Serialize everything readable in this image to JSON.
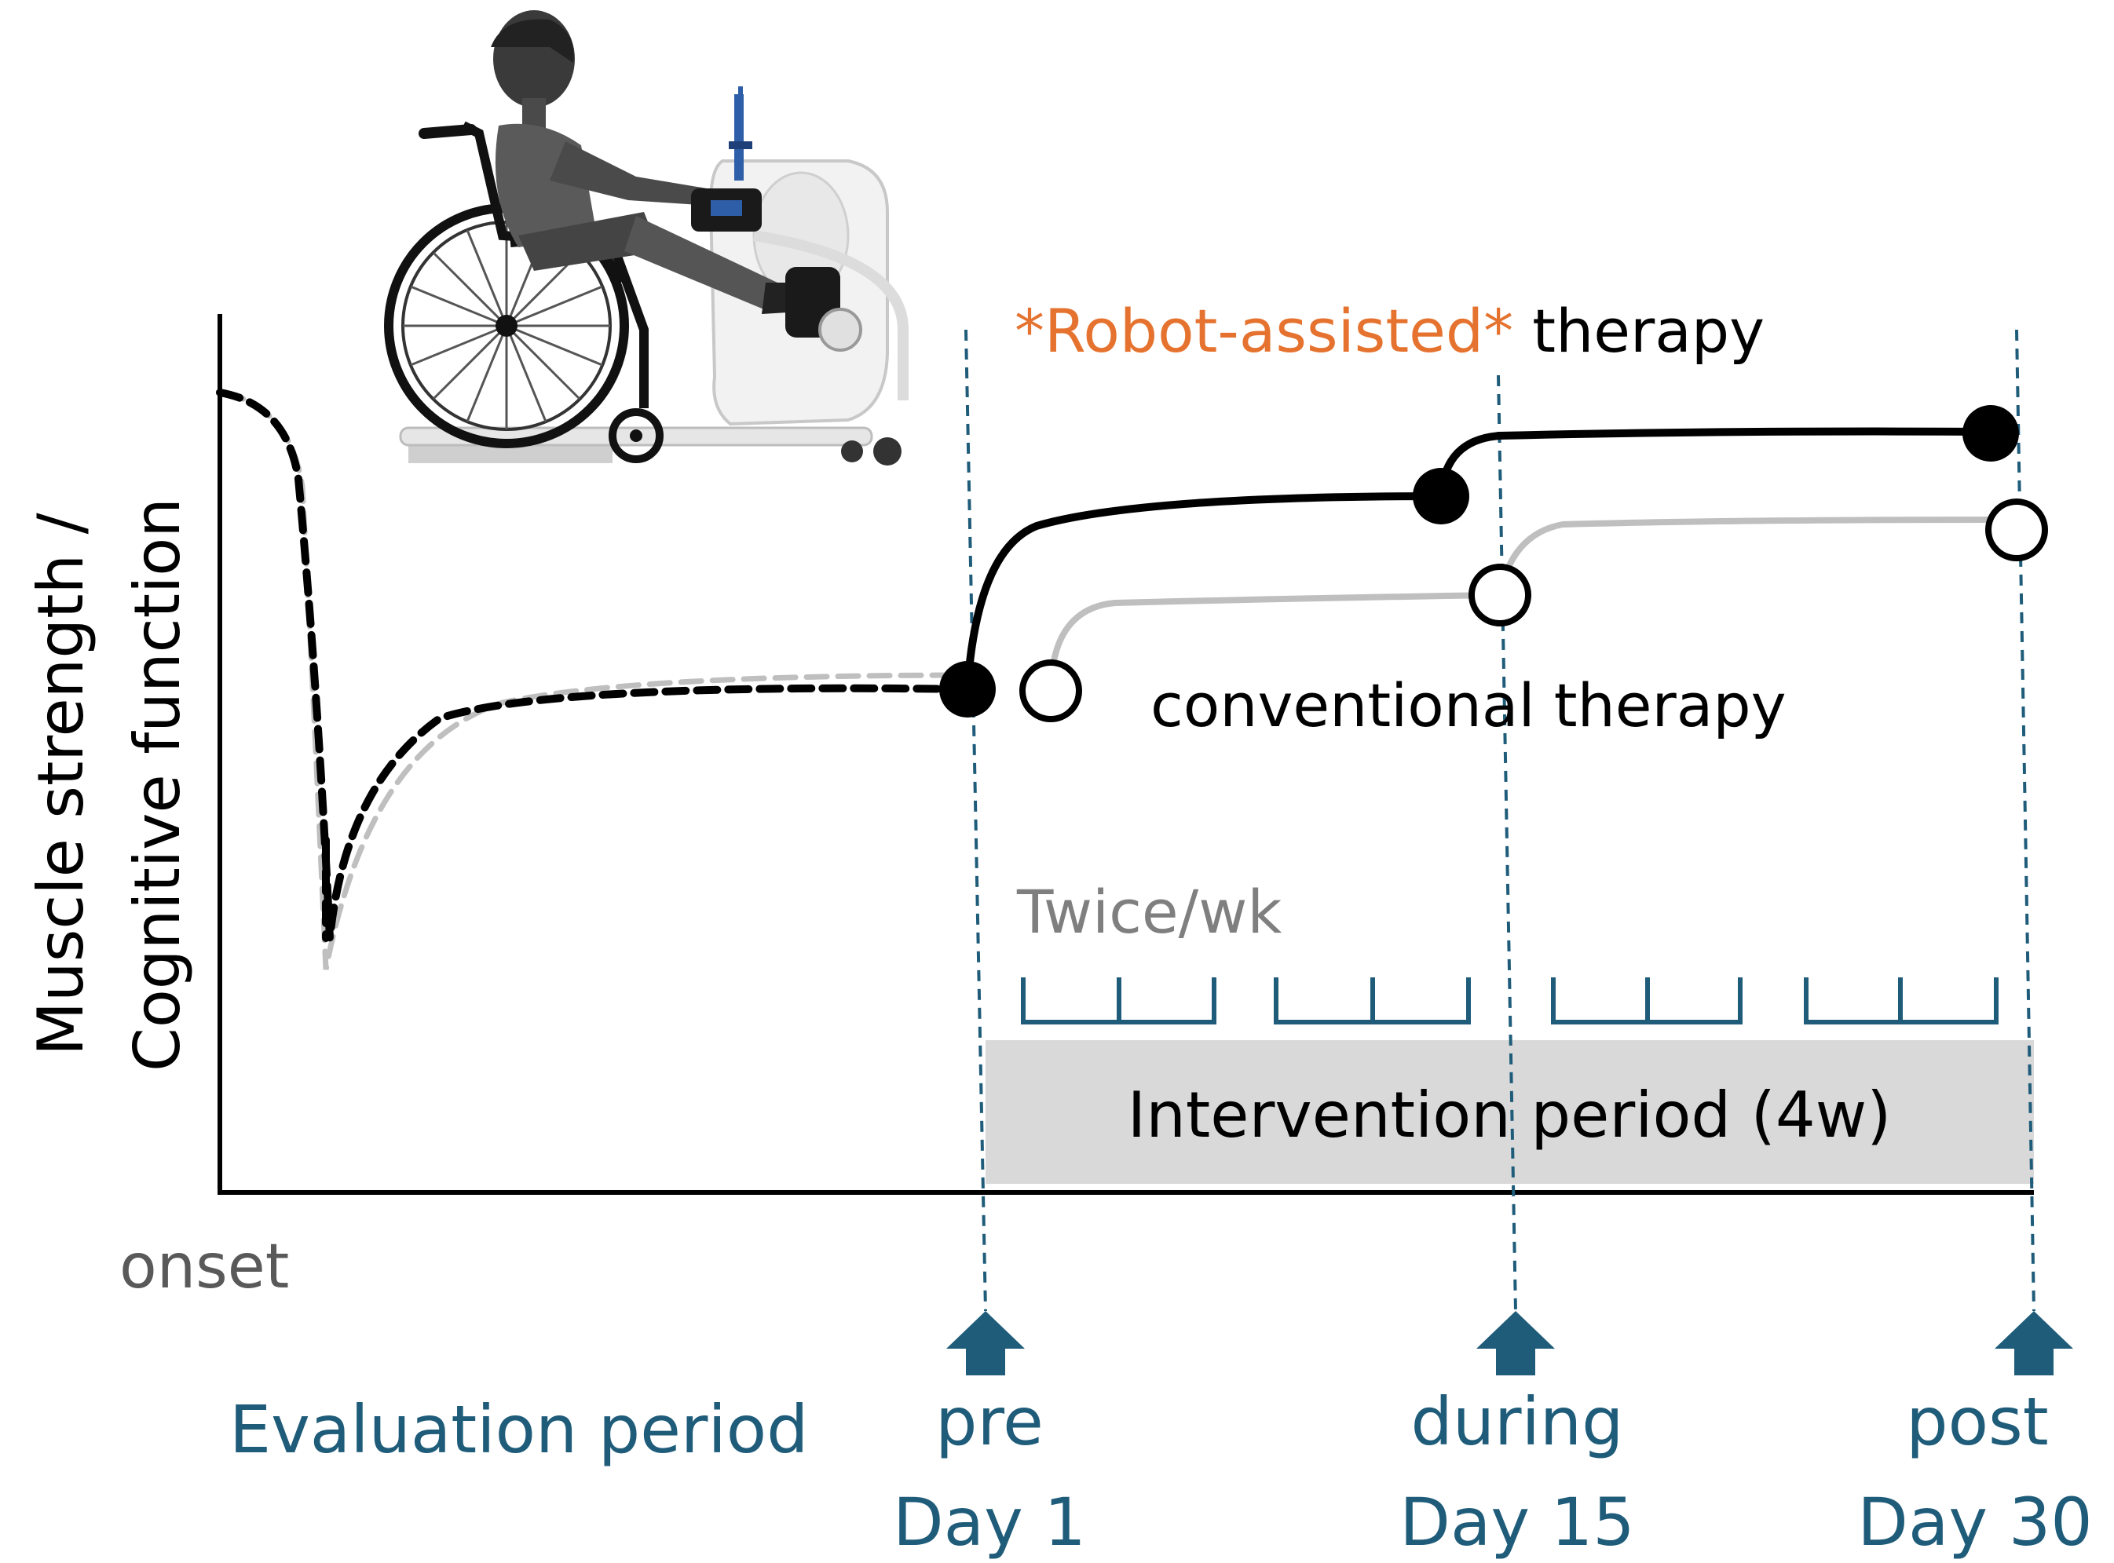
{
  "axes": {
    "y_label_line1": "Muscle strength /",
    "y_label_line2": "Cognitive function",
    "x_origin_label": "onset"
  },
  "title": {
    "robot_part": "*Robot-assisted*",
    "therapy_part": " therapy"
  },
  "conventional_label": "conventional therapy",
  "frequency_label": "Twice/wk",
  "intervention_label": "Intervention period (4w)",
  "evaluation_label": "Evaluation period",
  "timepoints": [
    {
      "name": "pre",
      "day": "Day 1"
    },
    {
      "name": "during",
      "day": "Day 15"
    },
    {
      "name": "post",
      "day": "Day 30"
    }
  ],
  "colors": {
    "robot_text": "#e5732f",
    "accent_blue": "#1f5c7a",
    "robot_line": "#000000",
    "conventional_line": "#bfbfbf",
    "intervention_fill": "#d9d9d9"
  },
  "illustration": "wheelchair-user-on-robotic-leg-trainer"
}
